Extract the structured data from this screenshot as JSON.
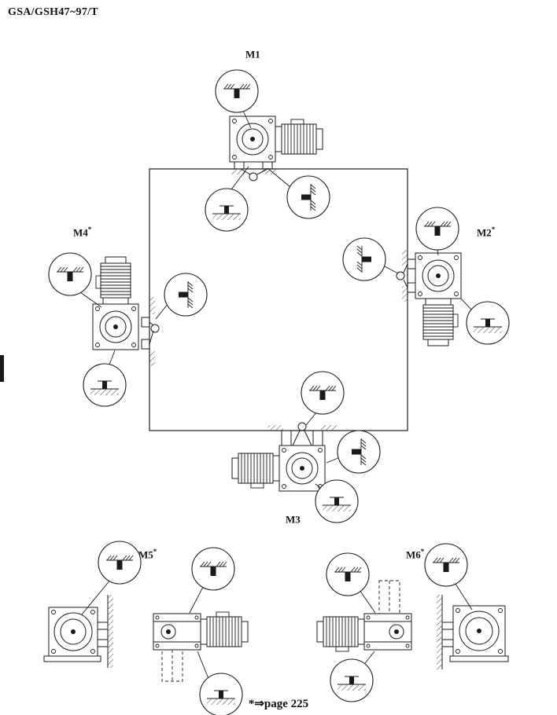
{
  "title": "GSA/GSH47~97/T",
  "positions": {
    "m1": {
      "label": "M1",
      "star": ""
    },
    "m2": {
      "label": "M2",
      "star": "*"
    },
    "m3": {
      "label": "M3",
      "star": ""
    },
    "m4": {
      "label": "M4",
      "star": "*"
    },
    "m5": {
      "label": "M5",
      "star": "*"
    },
    "m6": {
      "label": "M6",
      "star": "*"
    }
  },
  "footnote": "*⇒page 225",
  "legend": {
    "vent_icon": "oil-fill-vent-plug-symbol",
    "drain_icon": "oil-drain-plug-symbol"
  },
  "colors": {
    "ink": "#1a1a1a",
    "paper": "#ffffff"
  }
}
